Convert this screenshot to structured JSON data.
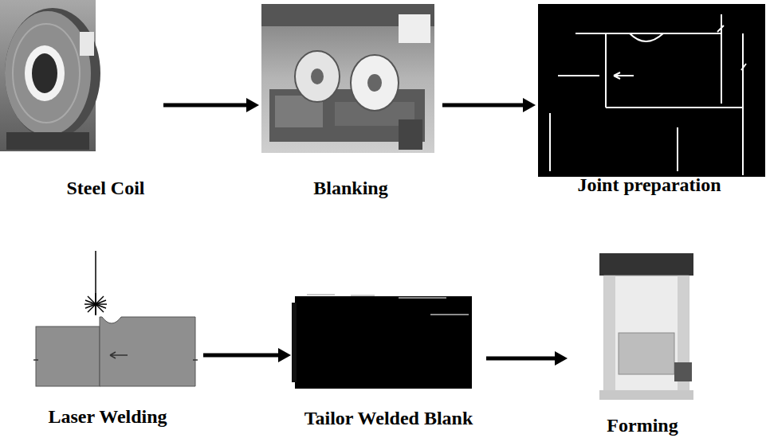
{
  "diagram": {
    "nodes": [
      {
        "text": [
          "Steel Coil"
        ]
      },
      {
        "text": [
          "Blanking"
        ]
      },
      {
        "text": [
          "Joint preparation"
        ]
      },
      {
        "text": [
          "Laser Welding"
        ]
      },
      {
        "text": [
          "Tailor Welded Blank"
        ]
      },
      {
        "text": [
          "Forming"
        ]
      }
    ],
    "edges": [
      {
        "from": 0,
        "to": 1,
        "arrow": "to"
      },
      {
        "from": 1,
        "to": 2,
        "arrow": "to"
      },
      {
        "from": 3,
        "to": 4,
        "arrow": "to"
      },
      {
        "from": 4,
        "to": 5,
        "arrow": "to"
      }
    ]
  }
}
